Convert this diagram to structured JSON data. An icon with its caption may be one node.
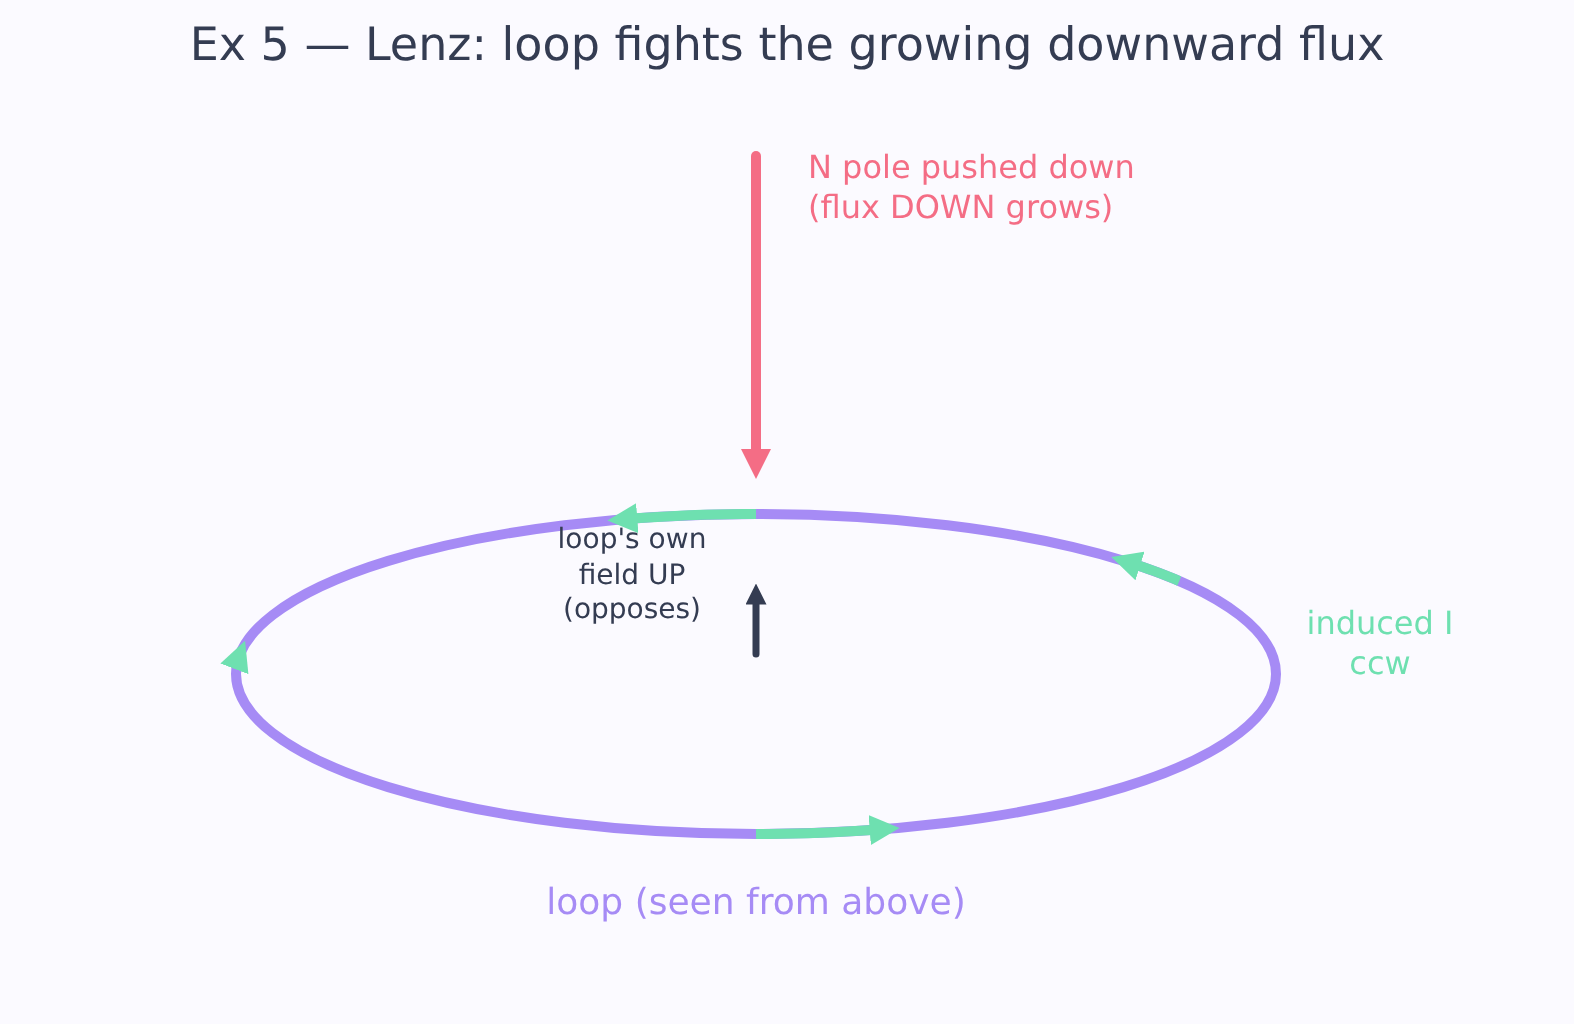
{
  "diagram": {
    "title": "Ex 5 — Lenz: loop fights the growing downward flux",
    "labels": [
      "N pole pushed down (flux DOWN grows)",
      "loop's own field UP (opposes)",
      "induced I ccw",
      "loop (seen from above)"
    ]
  }
}
